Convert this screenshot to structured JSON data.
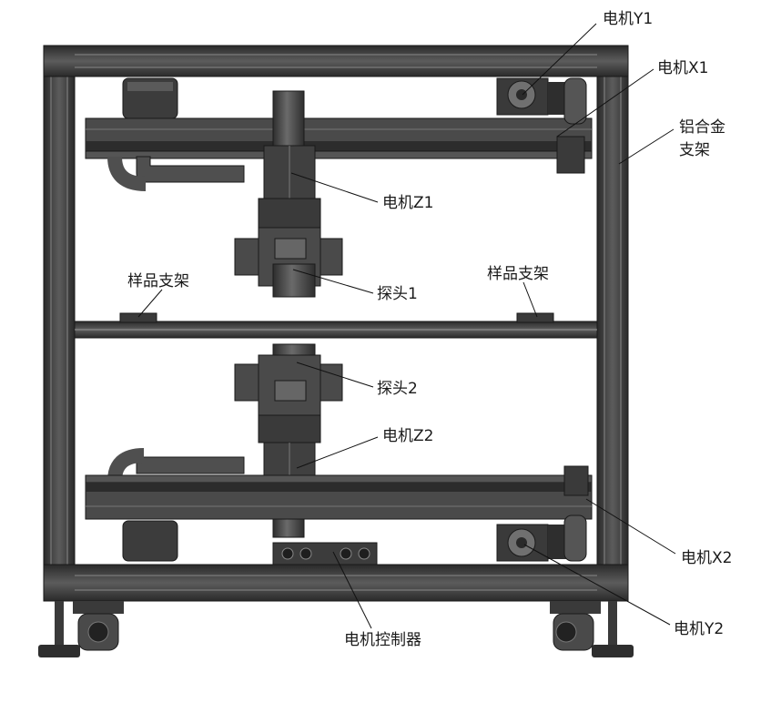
{
  "colors": {
    "frame_dark": "#2b2b2b",
    "frame_mid": "#4a4a4a",
    "frame_light": "#6e6e6e",
    "part_dark": "#3a3a3a",
    "part_mid": "#5a5a5a",
    "highlight": "#9a9a9a",
    "leader_line": "#111111",
    "background": "#ffffff"
  },
  "labels": {
    "motor_y1": "电机Y1",
    "motor_x1": "电机X1",
    "aluminum_frame_line1": "铝合金",
    "aluminum_frame_line2": "支架",
    "motor_z1": "电机Z1",
    "sample_holder_left": "样品支架",
    "sample_holder_right": "样品支架",
    "probe_1": "探头1",
    "probe_2": "探头2",
    "motor_z2": "电机Z2",
    "motor_x2": "电机X2",
    "motor_y2": "电机Y2",
    "motor_controller": "电机控制器"
  }
}
